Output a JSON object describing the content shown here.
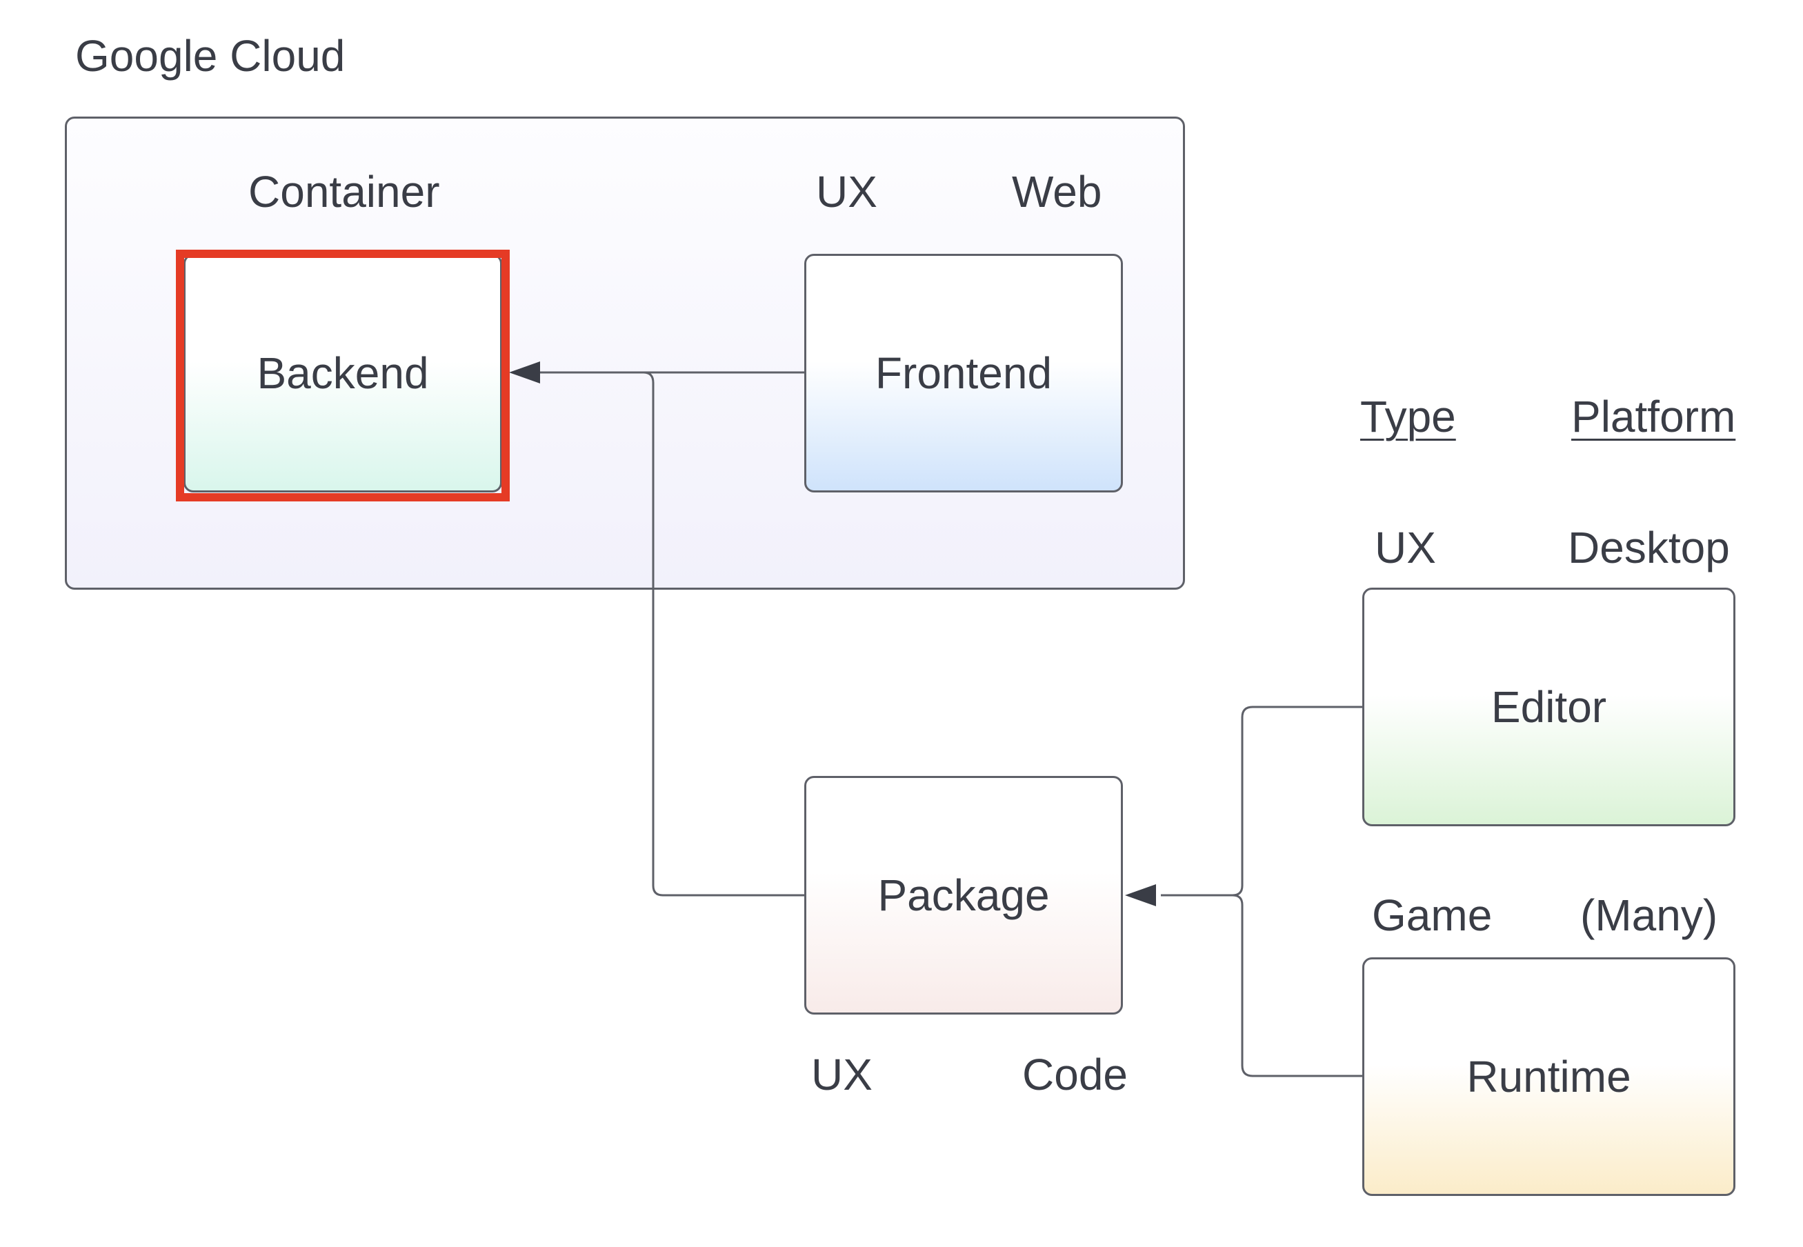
{
  "diagram": {
    "cloud_title": "Google Cloud",
    "container_label": "Container",
    "frontend_tags": {
      "type": "UX",
      "platform": "Web"
    },
    "legend": {
      "type": "Type",
      "platform": "Platform"
    },
    "editor_tags": {
      "type": "UX",
      "platform": "Desktop"
    },
    "runtime_tags": {
      "type": "Game",
      "platform": "(Many)"
    },
    "package_tags": {
      "type": "UX",
      "platform": "Code"
    },
    "nodes": {
      "backend": "Backend",
      "frontend": "Frontend",
      "package": "Package",
      "editor": "Editor",
      "runtime": "Runtime"
    },
    "selected_node": "backend",
    "colors": {
      "selection": "#e53b25",
      "stroke": "#5e6068",
      "backend_fill": "#d9f6ec",
      "frontend_fill": "#cfe3fb",
      "editor_fill": "#dbf3d7",
      "package_fill": "#f8ebe9",
      "runtime_fill": "#fbecc9",
      "region_fill": "#f2f1fb"
    }
  }
}
